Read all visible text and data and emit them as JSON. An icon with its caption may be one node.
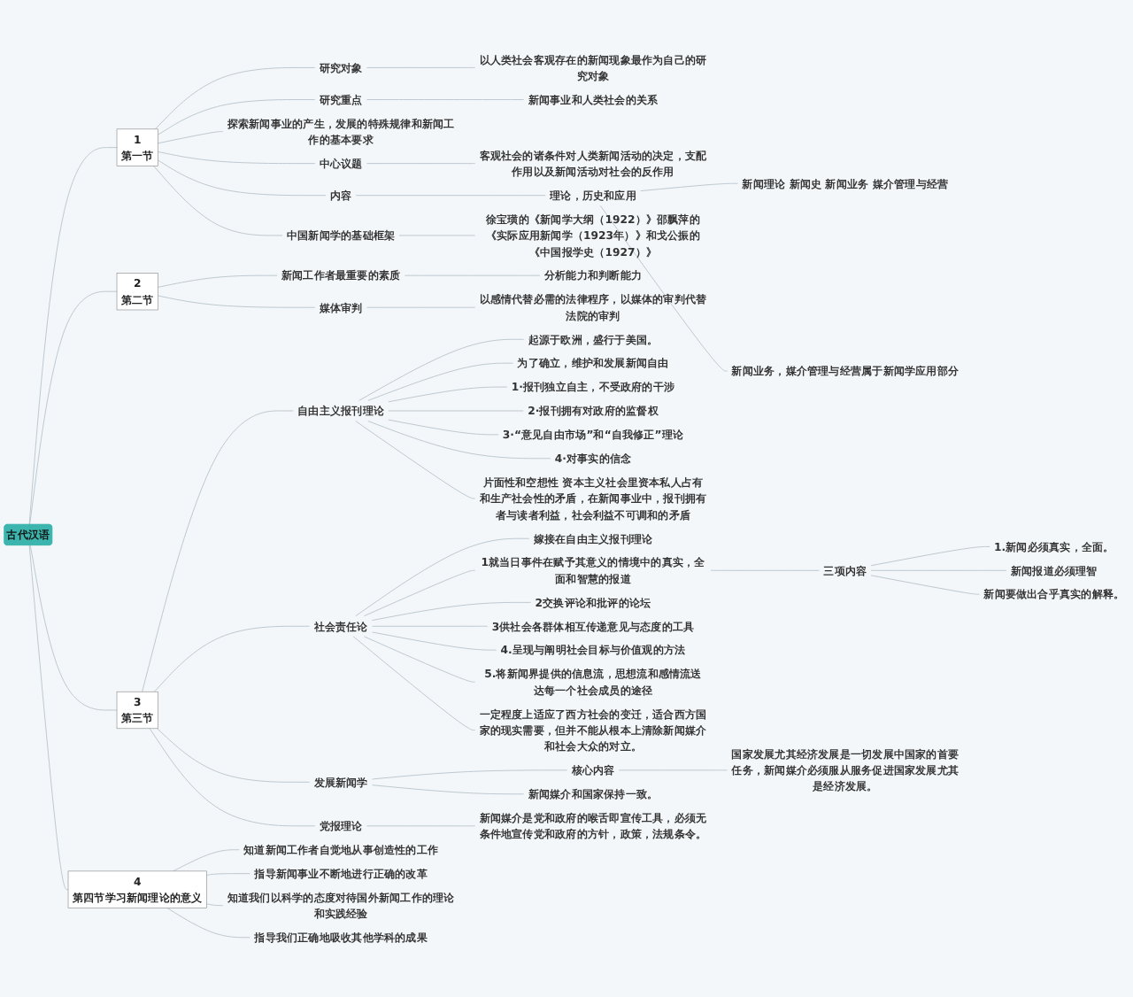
{
  "diagram": {
    "nodes": [
      {
        "text": [
          "古代汉语"
        ]
      },
      {
        "text": [
          "1",
          "第一节"
        ]
      },
      {
        "text": [
          "研究对象"
        ]
      },
      {
        "text": [
          "以人类社会客观存在的新闻现象最作为自己的研究对象"
        ]
      },
      {
        "text": [
          "研究重点"
        ]
      },
      {
        "text": [
          "新闻事业和人类社会的关系"
        ]
      },
      {
        "text": [
          "探索新闻事业的产生，发展的特殊规律和新闻工作的基本要求"
        ]
      },
      {
        "text": [
          "中心议题"
        ]
      },
      {
        "text": [
          "客观社会的诸条件对人类新闻活动的决定，支配作用以及新闻活动对社会的反作用"
        ]
      },
      {
        "text": [
          "内容"
        ]
      },
      {
        "text": [
          "理论，历史和应用"
        ]
      },
      {
        "text": [
          "新闻理论 新闻史 新闻业务 媒介管理与经营"
        ]
      },
      {
        "text": [
          "新闻业务，媒介管理与经营属于新闻学应用部分"
        ]
      },
      {
        "text": [
          "中国新闻学的基础框架"
        ]
      },
      {
        "text": [
          "徐宝璜的《新闻学大纲（1922）》邵飘萍的《实际应用新闻学（1923年）》和戈公振的《中国报学史（1927）》"
        ]
      },
      {
        "text": [
          "2",
          "第二节"
        ]
      },
      {
        "text": [
          "新闻工作者最重要的素质"
        ]
      },
      {
        "text": [
          "分析能力和判断能力"
        ]
      },
      {
        "text": [
          "媒体审判"
        ]
      },
      {
        "text": [
          "以感情代替必需的法律程序，以媒体的审判代替法院的审判"
        ]
      },
      {
        "text": [
          "3",
          "第三节"
        ]
      },
      {
        "text": [
          "自由主义报刊理论"
        ]
      },
      {
        "text": [
          "起源于欧洲，盛行于美国。"
        ]
      },
      {
        "text": [
          "为了确立，维护和发展新闻自由"
        ]
      },
      {
        "text": [
          "1·报刊独立自主，不受政府的干涉"
        ]
      },
      {
        "text": [
          "2·报刊拥有对政府的监督权"
        ]
      },
      {
        "text": [
          "3·“意见自由市场”和“自我修正”理论"
        ]
      },
      {
        "text": [
          "4·对事实的信念"
        ]
      },
      {
        "text": [
          "片面性和空想性 资本主义社会里资本私人占有和生产社会性的矛盾，在新闻事业中，报刊拥有者与读者利益，社会利益不可调和的矛盾"
        ]
      },
      {
        "text": [
          "社会责任论"
        ]
      },
      {
        "text": [
          "嫁接在自由主义报刊理论"
        ]
      },
      {
        "text": [
          "1就当日事件在赋予其意义的情境中的真实，全面和智慧的报道"
        ]
      },
      {
        "text": [
          "三项内容"
        ]
      },
      {
        "text": [
          "1.新闻必须真实，全面。"
        ]
      },
      {
        "text": [
          "新闻报道必须理智"
        ]
      },
      {
        "text": [
          "新闻要做出合乎真实的解释。"
        ]
      },
      {
        "text": [
          "2交换评论和批评的论坛"
        ]
      },
      {
        "text": [
          "3供社会各群体相互传递意见与态度的工具"
        ]
      },
      {
        "text": [
          "4.呈现与阐明社会目标与价值观的方法"
        ]
      },
      {
        "text": [
          "5.将新闻界提供的信息流，思想流和感情流送达每一个社会成员的途径"
        ]
      },
      {
        "text": [
          "一定程度上适应了西方社会的变迁，适合西方国家的现实需要，但并不能从根本上清除新闻媒介和社会大众的对立。"
        ]
      },
      {
        "text": [
          "发展新闻学"
        ]
      },
      {
        "text": [
          "核心内容"
        ]
      },
      {
        "text": [
          "国家发展尤其经济发展是一切发展中国家的首要任务，新闻媒介必须服从服务促进国家发展尤其是经济发展。"
        ]
      },
      {
        "text": [
          "新闻媒介和国家保持一致。"
        ]
      },
      {
        "text": [
          "党报理论"
        ]
      },
      {
        "text": [
          "新闻媒介是党和政府的喉舌即宣传工具，必须无条件地宣传党和政府的方针，政策，法规条令。"
        ]
      },
      {
        "text": [
          "4",
          "第四节学习新闻理论的意义"
        ]
      },
      {
        "text": [
          "知道新闻工作者自觉地从事创造性的工作"
        ]
      },
      {
        "text": [
          "指导新闻事业不断地进行正确的改革"
        ]
      },
      {
        "text": [
          "知道我们以科学的态度对待国外新闻工作的理论和实践经验"
        ]
      },
      {
        "text": [
          "指导我们正确地吸收其他学科的成果"
        ]
      }
    ],
    "edges": [
      {
        "from": 0,
        "to": 1,
        "arrow": "none"
      },
      {
        "from": 1,
        "to": 2,
        "arrow": "none"
      },
      {
        "from": 2,
        "to": 3,
        "arrow": "none"
      },
      {
        "from": 1,
        "to": 4,
        "arrow": "none"
      },
      {
        "from": 4,
        "to": 5,
        "arrow": "none"
      },
      {
        "from": 1,
        "to": 6,
        "arrow": "none"
      },
      {
        "from": 1,
        "to": 7,
        "arrow": "none"
      },
      {
        "from": 7,
        "to": 8,
        "arrow": "none"
      },
      {
        "from": 1,
        "to": 9,
        "arrow": "none"
      },
      {
        "from": 9,
        "to": 10,
        "arrow": "none"
      },
      {
        "from": 10,
        "to": 11,
        "arrow": "none"
      },
      {
        "from": 10,
        "to": 12,
        "arrow": "none"
      },
      {
        "from": 1,
        "to": 13,
        "arrow": "none"
      },
      {
        "from": 13,
        "to": 14,
        "arrow": "none"
      },
      {
        "from": 0,
        "to": 15,
        "arrow": "none"
      },
      {
        "from": 15,
        "to": 16,
        "arrow": "none"
      },
      {
        "from": 16,
        "to": 17,
        "arrow": "none"
      },
      {
        "from": 15,
        "to": 18,
        "arrow": "none"
      },
      {
        "from": 18,
        "to": 19,
        "arrow": "none"
      },
      {
        "from": 0,
        "to": 20,
        "arrow": "none"
      },
      {
        "from": 20,
        "to": 21,
        "arrow": "none"
      },
      {
        "from": 21,
        "to": 22,
        "arrow": "none"
      },
      {
        "from": 21,
        "to": 23,
        "arrow": "none"
      },
      {
        "from": 21,
        "to": 24,
        "arrow": "none"
      },
      {
        "from": 21,
        "to": 25,
        "arrow": "none"
      },
      {
        "from": 21,
        "to": 26,
        "arrow": "none"
      },
      {
        "from": 21,
        "to": 27,
        "arrow": "none"
      },
      {
        "from": 21,
        "to": 28,
        "arrow": "none"
      },
      {
        "from": 20,
        "to": 29,
        "arrow": "none"
      },
      {
        "from": 29,
        "to": 30,
        "arrow": "none"
      },
      {
        "from": 29,
        "to": 31,
        "arrow": "none"
      },
      {
        "from": 31,
        "to": 32,
        "arrow": "none"
      },
      {
        "from": 32,
        "to": 33,
        "arrow": "none"
      },
      {
        "from": 32,
        "to": 34,
        "arrow": "none"
      },
      {
        "from": 32,
        "to": 35,
        "arrow": "none"
      },
      {
        "from": 29,
        "to": 36,
        "arrow": "none"
      },
      {
        "from": 29,
        "to": 37,
        "arrow": "none"
      },
      {
        "from": 29,
        "to": 38,
        "arrow": "none"
      },
      {
        "from": 29,
        "to": 39,
        "arrow": "none"
      },
      {
        "from": 29,
        "to": 40,
        "arrow": "none"
      },
      {
        "from": 20,
        "to": 41,
        "arrow": "none"
      },
      {
        "from": 41,
        "to": 42,
        "arrow": "none"
      },
      {
        "from": 42,
        "to": 43,
        "arrow": "none"
      },
      {
        "from": 41,
        "to": 44,
        "arrow": "none"
      },
      {
        "from": 20,
        "to": 45,
        "arrow": "none"
      },
      {
        "from": 45,
        "to": 46,
        "arrow": "none"
      },
      {
        "from": 0,
        "to": 47,
        "arrow": "none"
      },
      {
        "from": 47,
        "to": 48,
        "arrow": "none"
      },
      {
        "from": 47,
        "to": 49,
        "arrow": "none"
      },
      {
        "from": 47,
        "to": 50,
        "arrow": "none"
      },
      {
        "from": 47,
        "to": 51,
        "arrow": "none"
      }
    ]
  }
}
